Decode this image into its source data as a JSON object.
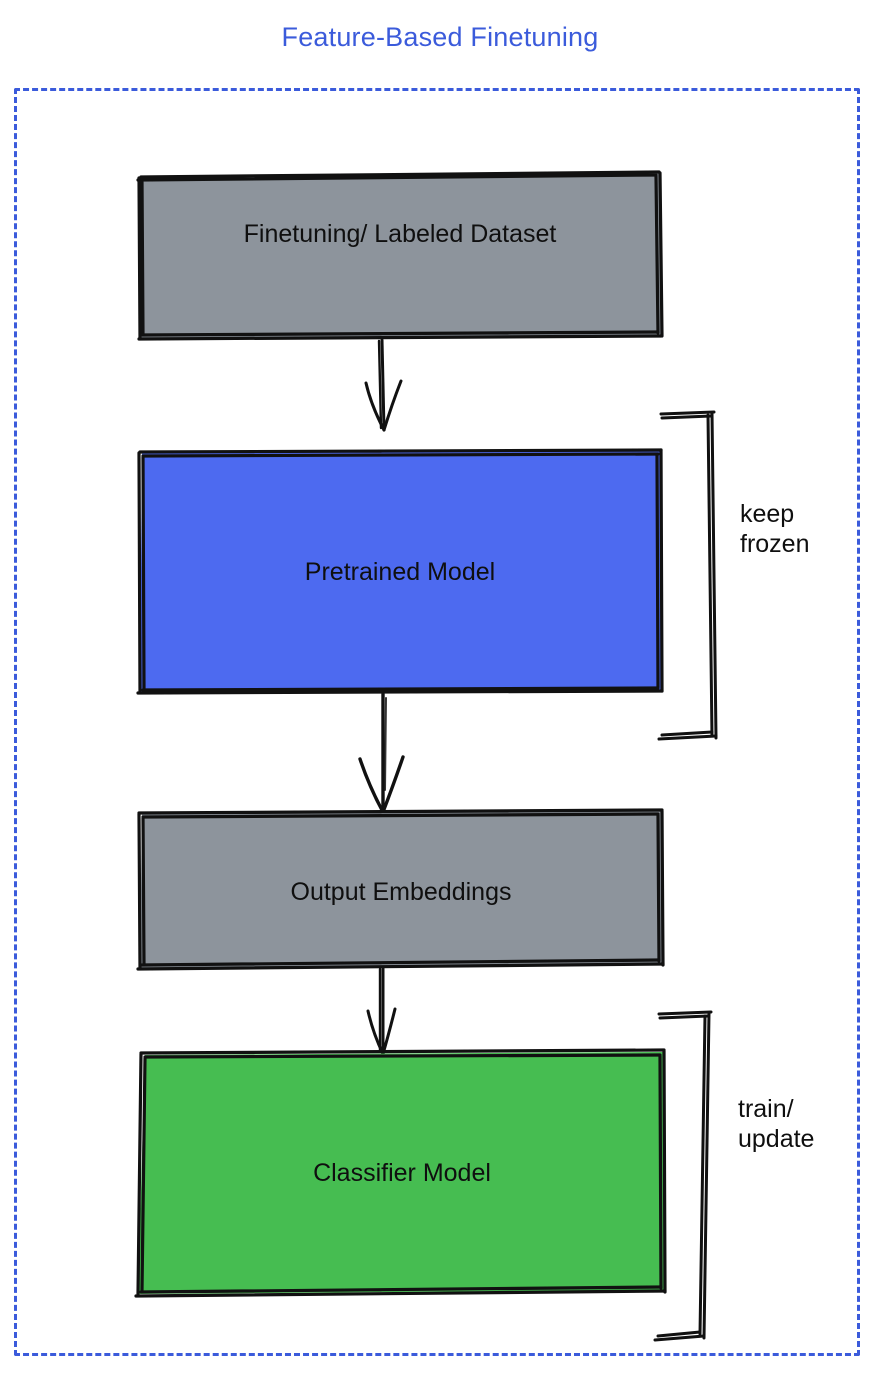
{
  "diagram": {
    "title": "Feature-Based Finetuning",
    "title_color": "#3b5bdb",
    "frame_border_color": "#3b5bdb",
    "frame_border_style": "dashed",
    "background": "#ffffff",
    "style": "hand-drawn",
    "nodes": [
      {
        "id": "dataset",
        "label": "Finetuning/ Labeled Dataset",
        "fill": "#8d949c",
        "stroke": "#111111",
        "role": "data-input"
      },
      {
        "id": "pretrained-model",
        "label": "Pretrained Model",
        "fill": "#4d6af0",
        "stroke": "#111111",
        "role": "frozen-model"
      },
      {
        "id": "output-embeddings",
        "label": "Output Embeddings",
        "fill": "#8d949c",
        "stroke": "#111111",
        "role": "intermediate-data"
      },
      {
        "id": "classifier-model",
        "label": "Classifier Model",
        "fill": "#46bd51",
        "stroke": "#111111",
        "role": "trainable-model"
      }
    ],
    "edges": [
      {
        "from": "dataset",
        "to": "pretrained-model",
        "kind": "arrow"
      },
      {
        "from": "pretrained-model",
        "to": "output-embeddings",
        "kind": "arrow"
      },
      {
        "from": "output-embeddings",
        "to": "classifier-model",
        "kind": "arrow"
      }
    ],
    "annotations": [
      {
        "id": "keep-frozen",
        "target": "pretrained-model",
        "line1": "keep",
        "line2": "frozen",
        "bracket": "right-curly"
      },
      {
        "id": "train-update",
        "target": "classifier-model",
        "line1": "train/",
        "line2": "update",
        "bracket": "right-curly"
      }
    ]
  }
}
